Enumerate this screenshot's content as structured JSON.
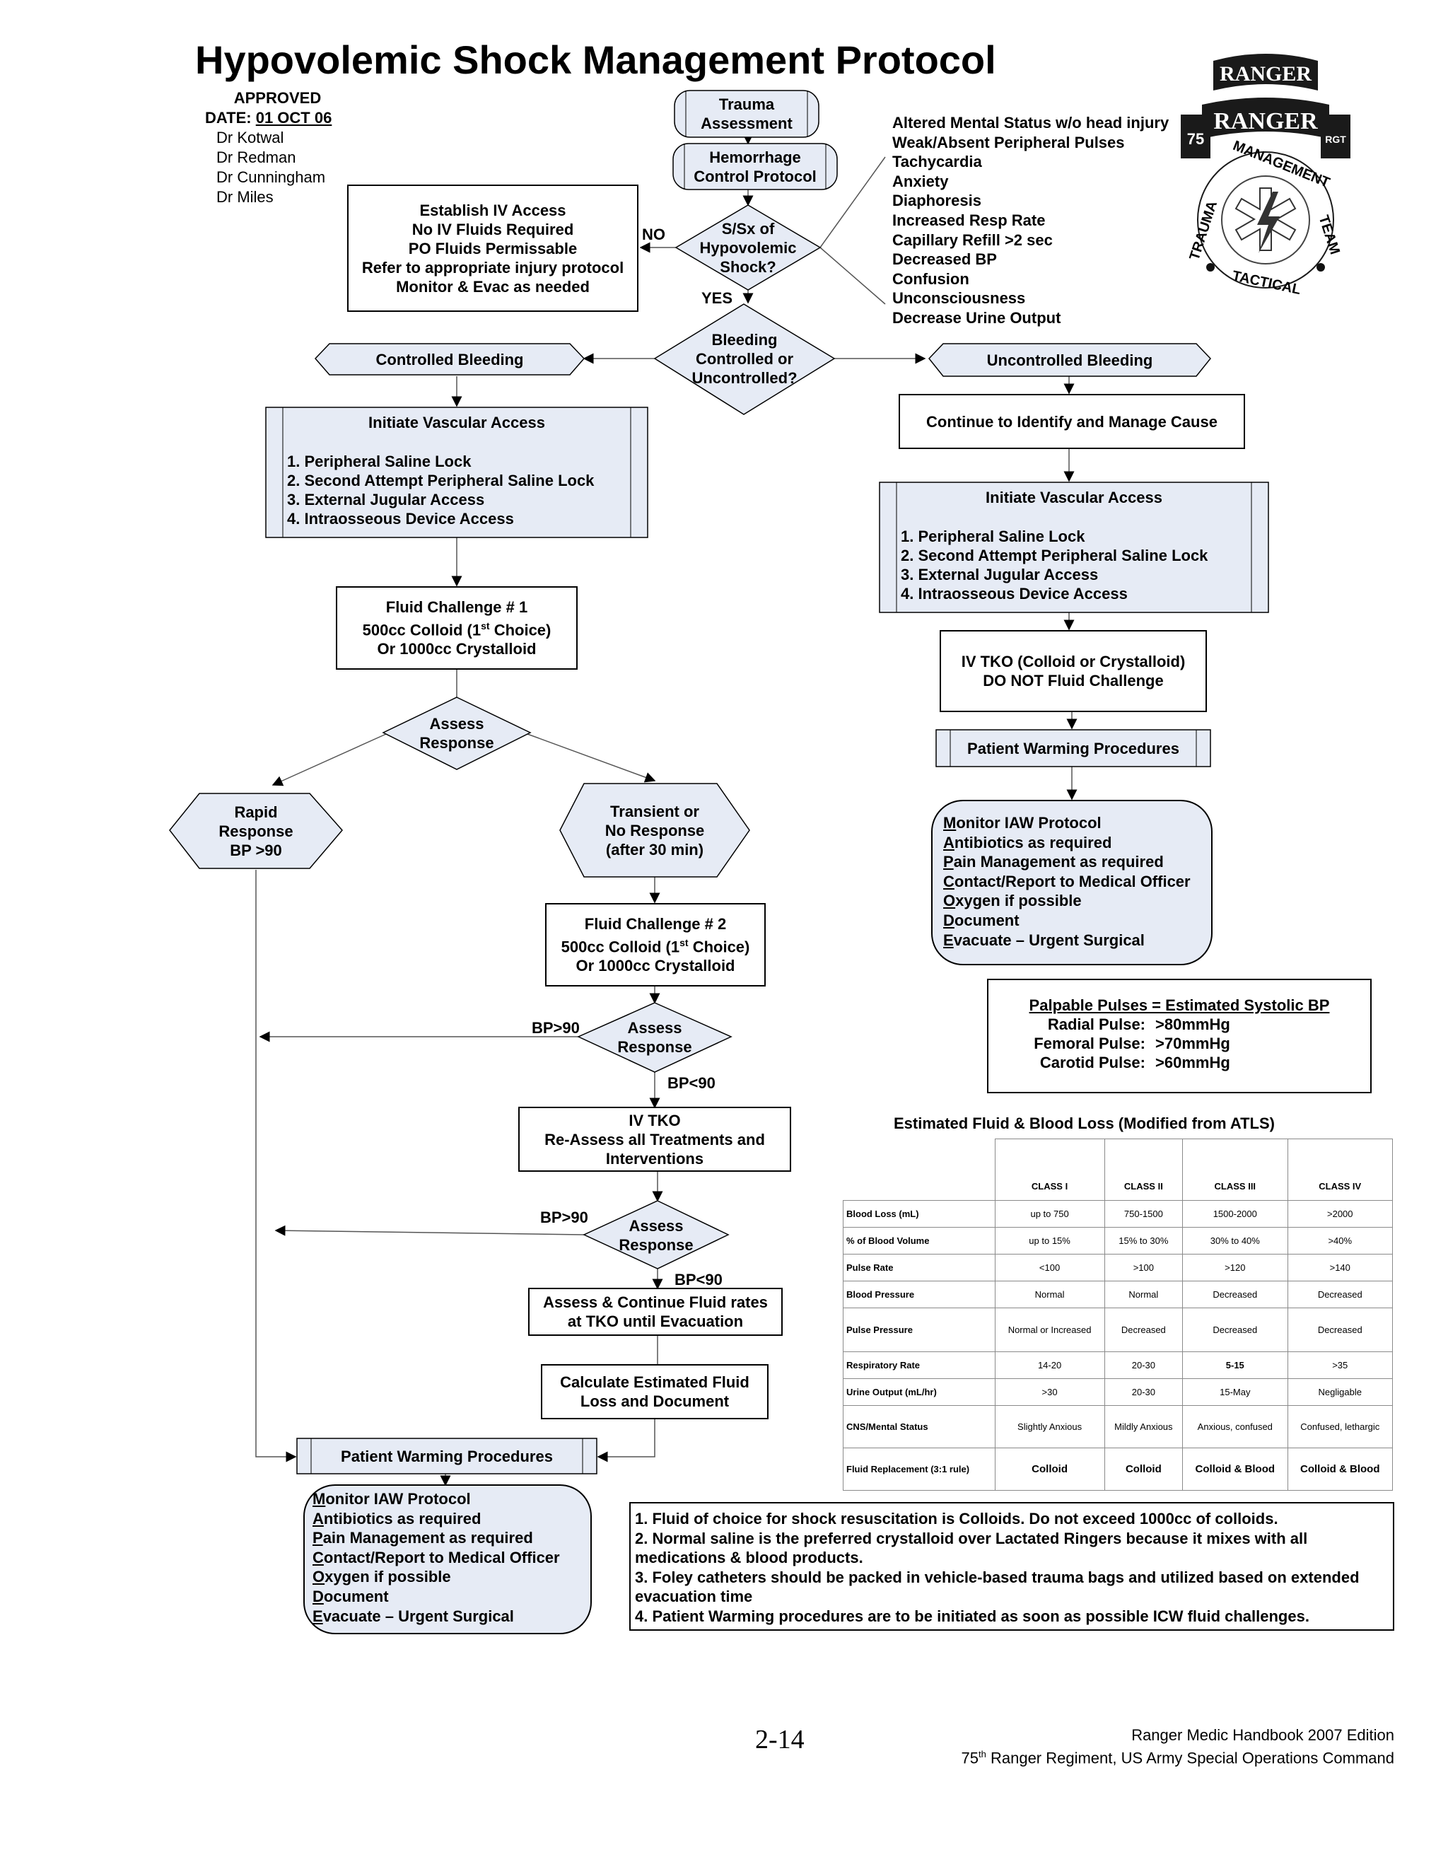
{
  "header": {
    "title": "Hypovolemic Shock Management Protocol",
    "approved_label": "APPROVED",
    "date_label": "DATE:",
    "date_value": "01 OCT 06",
    "approvers": [
      "Dr Kotwal",
      "Dr Redman",
      "Dr Cunningham",
      "Dr Miles"
    ]
  },
  "logo": {
    "top_scroll": "RANGER",
    "middle_scroll": "RANGER",
    "left_badge": "75",
    "right_badge": "RGT",
    "ring_top": "MANAGEMENT",
    "ring_left": "TRAUMA",
    "ring_right": "TEAM",
    "ring_bottom": "TACTICAL"
  },
  "flow": {
    "trauma_assessment": [
      "Trauma",
      "Assessment"
    ],
    "hemorrhage_control": [
      "Hemorrhage",
      "Control Protocol"
    ],
    "ssx_question": [
      "S/Sx of",
      "Hypovolemic",
      "Shock?"
    ],
    "no_label": "NO",
    "yes_label": "YES",
    "no_branch_box": [
      "Establish IV Access",
      "No IV Fluids Required",
      "PO Fluids Permissable",
      "Refer to appropriate injury protocol",
      "Monitor & Evac as needed"
    ],
    "symptoms": [
      "Altered Mental Status w/o head injury",
      "Weak/Absent Peripheral Pulses",
      "Tachycardia",
      "Anxiety",
      "Diaphoresis",
      "Increased Resp Rate",
      "Capillary Refill >2 sec",
      "Decreased BP",
      "Confusion",
      "Unconsciousness",
      "Decrease Urine Output"
    ],
    "bleeding_question": [
      "Bleeding",
      "Controlled or",
      "Uncontrolled?"
    ],
    "controlled_bleeding": "Controlled Bleeding",
    "uncontrolled_bleeding": "Uncontrolled Bleeding",
    "vascular_access_title": "Initiate Vascular Access",
    "vascular_access_steps": [
      "1. Peripheral Saline Lock",
      "2. Second Attempt Peripheral Saline Lock",
      "3. External Jugular Access",
      "4. Intraosseous Device Access"
    ],
    "continue_identify": "Continue to Identify and Manage Cause",
    "fluid_challenge_1": [
      "Fluid Challenge # 1",
      "500cc Colloid (1",
      "st",
      " Choice)",
      "Or 1000cc Crystalloid"
    ],
    "iv_tko_right": [
      "IV TKO (Colloid or Crystalloid)",
      "DO NOT Fluid Challenge"
    ],
    "patient_warming": "Patient Warming Procedures",
    "assess_response": [
      "Assess",
      "Response"
    ],
    "rapid_response": [
      "Rapid",
      "Response",
      "BP >90"
    ],
    "transient_response": [
      "Transient or",
      "No Response",
      "(after 30 min)"
    ],
    "fluid_challenge_2": [
      "Fluid Challenge # 2",
      "500cc Colloid (1",
      "st",
      " Choice)",
      "Or 1000cc Crystalloid"
    ],
    "bp_gt_90": "BP>90",
    "bp_lt_90": "BP<90",
    "iv_tko_reassess": [
      "IV TKO",
      "Re-Assess all Treatments and",
      "Interventions"
    ],
    "assess_continue": [
      "Assess & Continue Fluid rates",
      "at TKO until Evacuation"
    ],
    "calculate_loss": [
      "Calculate Estimated Fluid",
      "Loss and Document"
    ],
    "mnemonic": [
      {
        "first": "M",
        "rest": "onitor IAW Protocol"
      },
      {
        "first": "A",
        "rest": "ntibiotics as required"
      },
      {
        "first": "P",
        "rest": "ain Management as required"
      },
      {
        "first": "C",
        "rest": "ontact/Report to Medical Officer"
      },
      {
        "first": "O",
        "rest": "xygen if possible"
      },
      {
        "first": "D",
        "rest": "ocument"
      },
      {
        "first": "E",
        "rest": "vacuate – Urgent Surgical"
      }
    ]
  },
  "pulses": {
    "heading": "Palpable Pulses = Estimated Systolic BP",
    "rows": [
      {
        "label": "Radial Pulse:",
        "value": ">80mmHg"
      },
      {
        "label": "Femoral Pulse:",
        "value": ">70mmHg"
      },
      {
        "label": "Carotid Pulse:",
        "value": ">60mmHg"
      }
    ]
  },
  "loss_table": {
    "title": "Estimated Fluid & Blood Loss (Modified from ATLS)",
    "headers": [
      "",
      "CLASS I",
      "CLASS II",
      "CLASS III",
      "CLASS IV"
    ],
    "rows": [
      [
        "Blood Loss (mL)",
        "up to 750",
        "750-1500",
        "1500-2000",
        ">2000"
      ],
      [
        "% of Blood Volume",
        "up to 15%",
        "15% to 30%",
        "30% to 40%",
        ">40%"
      ],
      [
        "Pulse Rate",
        "<100",
        ">100",
        ">120",
        ">140"
      ],
      [
        "Blood Pressure",
        "Normal",
        "Normal",
        "Decreased",
        "Decreased"
      ],
      [
        "Pulse Pressure",
        "Normal or Increased",
        "Decreased",
        "Decreased",
        "Decreased"
      ],
      [
        "Respiratory Rate",
        "14-20",
        "20-30",
        "5-15",
        ">35"
      ],
      [
        "Urine Output (mL/hr)",
        ">30",
        "20-30",
        "15-May",
        "Negligable"
      ],
      [
        "CNS/Mental Status",
        "Slightly Anxious",
        "Mildly Anxious",
        "Anxious, confused",
        "Confused, lethargic"
      ],
      [
        "Fluid Replacement (3:1 rule)",
        "Colloid",
        "Colloid",
        "Colloid & Blood",
        "Colloid & Blood"
      ]
    ]
  },
  "notes": [
    "1.  Fluid of choice for shock resuscitation is Colloids. Do not exceed 1000cc of colloids.",
    "2.  Normal saline is the preferred crystalloid over Lactated Ringers because it mixes with all medications & blood products.",
    "3.  Foley catheters should be packed in vehicle-based trauma bags and utilized based on extended evacuation time",
    "4.  Patient Warming procedures are to be initiated as soon as possible ICW fluid challenges."
  ],
  "footer": {
    "page_number": "2-14",
    "line1": "Ranger Medic Handbook 2007 Edition",
    "line2_prefix": "75",
    "line2_sup": "th",
    "line2_suffix": " Ranger Regiment, US Army Special Operations Command"
  },
  "colors": {
    "shape_fill": "#e6ebf5",
    "line": "#000000",
    "connector": "#555555"
  }
}
